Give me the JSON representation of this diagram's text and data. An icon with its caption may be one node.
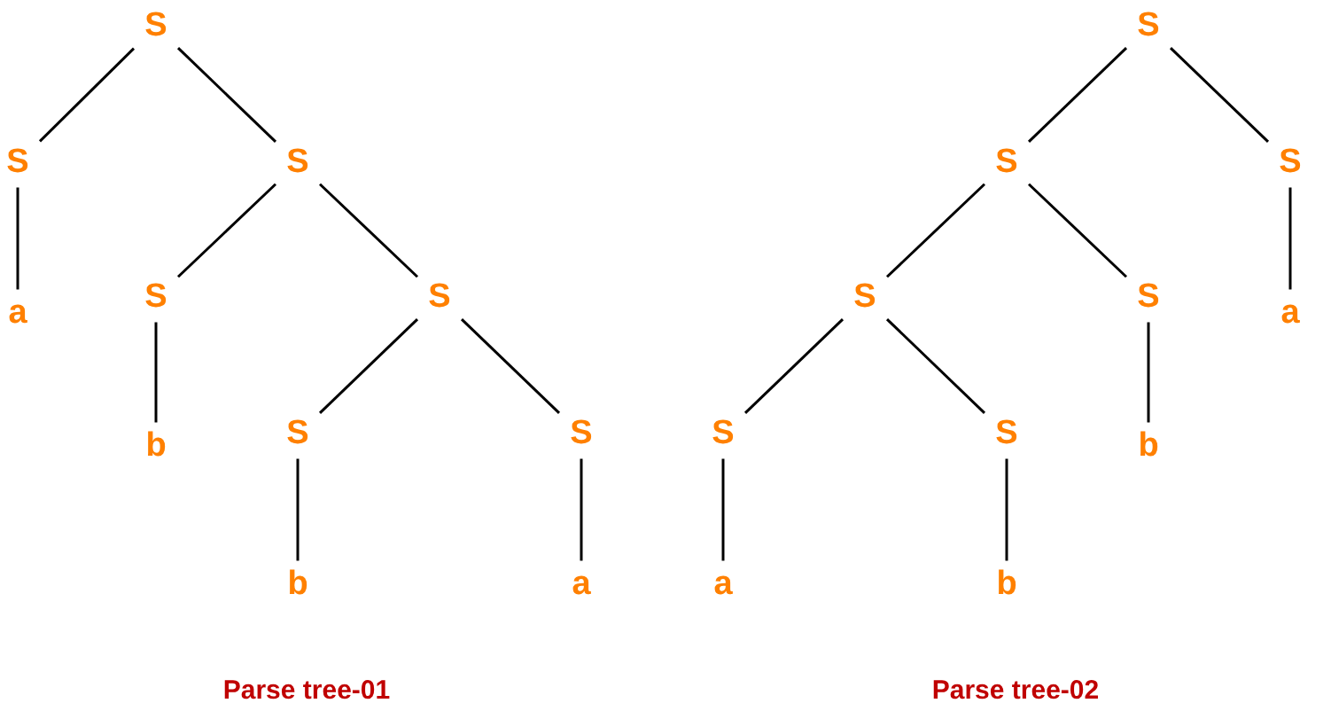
{
  "diagram": {
    "nodes": [
      {
        "text": [
          "S"
        ]
      },
      {
        "text": [
          "S"
        ]
      },
      {
        "text": [
          "a"
        ]
      },
      {
        "text": [
          "S"
        ]
      },
      {
        "text": [
          "S"
        ]
      },
      {
        "text": [
          "b"
        ]
      },
      {
        "text": [
          "S"
        ]
      },
      {
        "text": [
          "S"
        ]
      },
      {
        "text": [
          "b"
        ]
      },
      {
        "text": [
          "S"
        ]
      },
      {
        "text": [
          "a"
        ]
      },
      {
        "text": [
          "S"
        ]
      },
      {
        "text": [
          "S"
        ]
      },
      {
        "text": [
          "S"
        ]
      },
      {
        "text": [
          "S"
        ]
      },
      {
        "text": [
          "a"
        ]
      },
      {
        "text": [
          "S"
        ]
      },
      {
        "text": [
          "b"
        ]
      },
      {
        "text": [
          "S"
        ]
      },
      {
        "text": [
          "b"
        ]
      },
      {
        "text": [
          "S"
        ]
      },
      {
        "text": [
          "a"
        ]
      }
    ],
    "edges": [
      {
        "from": 0,
        "to": 1,
        "arrow": "none"
      },
      {
        "from": 1,
        "to": 2,
        "arrow": "none"
      },
      {
        "from": 0,
        "to": 3,
        "arrow": "none"
      },
      {
        "from": 3,
        "to": 4,
        "arrow": "none"
      },
      {
        "from": 4,
        "to": 5,
        "arrow": "none"
      },
      {
        "from": 3,
        "to": 6,
        "arrow": "none"
      },
      {
        "from": 6,
        "to": 7,
        "arrow": "none"
      },
      {
        "from": 7,
        "to": 8,
        "arrow": "none"
      },
      {
        "from": 6,
        "to": 9,
        "arrow": "none"
      },
      {
        "from": 9,
        "to": 10,
        "arrow": "none"
      },
      {
        "from": 11,
        "to": 12,
        "arrow": "none"
      },
      {
        "from": 12,
        "to": 13,
        "arrow": "none"
      },
      {
        "from": 13,
        "to": 14,
        "arrow": "none"
      },
      {
        "from": 14,
        "to": 15,
        "arrow": "none"
      },
      {
        "from": 13,
        "to": 16,
        "arrow": "none"
      },
      {
        "from": 16,
        "to": 17,
        "arrow": "none"
      },
      {
        "from": 12,
        "to": 18,
        "arrow": "none"
      },
      {
        "from": 18,
        "to": 19,
        "arrow": "none"
      },
      {
        "from": 11,
        "to": 20,
        "arrow": "none"
      },
      {
        "from": 20,
        "to": 21,
        "arrow": "none"
      }
    ],
    "labels": [
      "Parse tree-01",
      "Parse tree-02"
    ]
  }
}
